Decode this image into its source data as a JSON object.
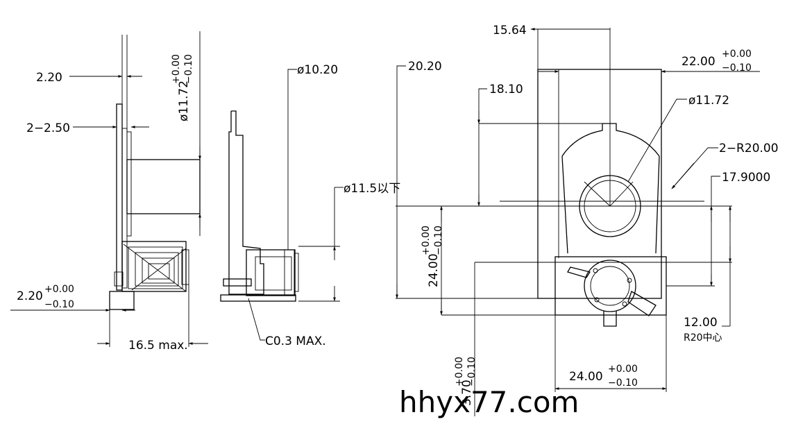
{
  "dims": {
    "d220_top": "2.20",
    "d2x250": "2−2.50",
    "d220_bot": "2.20",
    "tol_plus": "+0.00",
    "tol_minus": "−0.10",
    "d165max": "16.5 max.",
    "phi1172_side": "ø11.72",
    "phi1020": "ø10.20",
    "phi115": "ø11.5以下",
    "c03max": "C0.3 MAX.",
    "d1564": "15.64",
    "d2200": "22.00",
    "d2020": "20.20",
    "d1810": "18.10",
    "phi1172_front": "ø11.72",
    "r2000": "2−R20.00",
    "d179000": "17.9000",
    "d1200": "12.00",
    "r20center": "R20中心",
    "d2400": "24.00",
    "d370": "3.70"
  },
  "watermark": "hhyx77.com"
}
